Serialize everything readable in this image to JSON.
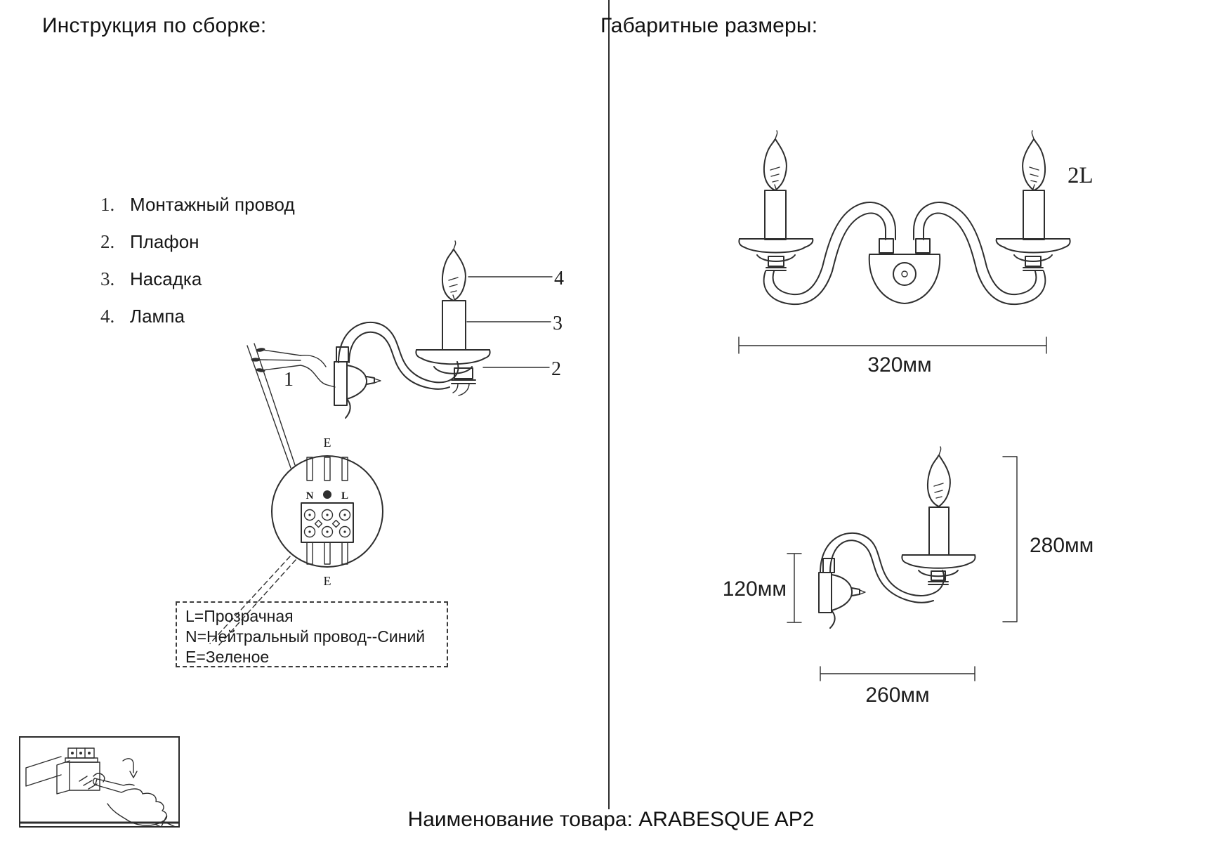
{
  "header": {
    "left_title": "Инструкция по сборке:",
    "right_title": "Габаритные размеры:"
  },
  "footer": {
    "product_label": "Наименование товара: ARABESQUE AP2"
  },
  "parts_list": {
    "items": [
      {
        "num": "1.",
        "label": "Монтажный провод"
      },
      {
        "num": "2.",
        "label": "Плафон"
      },
      {
        "num": "3.",
        "label": "Насадка"
      },
      {
        "num": "4.",
        "label": "Лампа"
      }
    ]
  },
  "assembly": {
    "callouts": {
      "wire": "1",
      "shade": "2",
      "nozzle": "3",
      "lamp": "4"
    },
    "terminal": {
      "top": "E",
      "bottom": "E",
      "neutral": "N",
      "live": "L"
    },
    "legend": {
      "line1": "L=Прозрачная",
      "line2": "N=Нейтральный провод--Синий",
      "line3": "E=Зеленое"
    }
  },
  "dimensions": {
    "lamp_count_badge": "2L",
    "width": "320мм",
    "backplate_height": "120мм",
    "overall_height": "280мм",
    "depth": "260мм"
  },
  "colors": {
    "accent_cyan": "#00dccf"
  }
}
